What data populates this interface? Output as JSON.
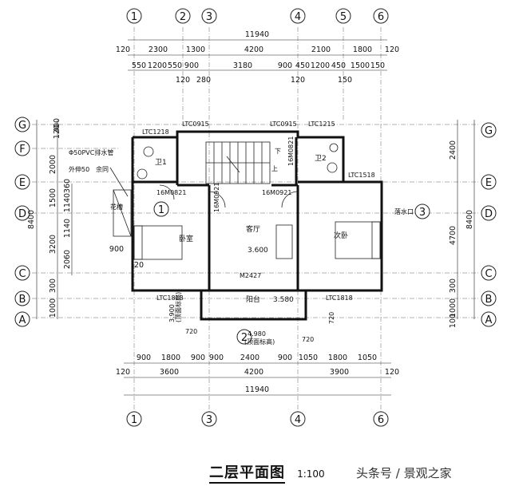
{
  "title": "二层平面图",
  "scale": "1:100",
  "watermark": "头条号 / 景观之家",
  "axes_top": [
    "1",
    "2",
    "3",
    "4",
    "5",
    "6"
  ],
  "axes_bottom": [
    "1",
    "3",
    "4",
    "6"
  ],
  "axes_left": [
    "G",
    "F",
    "E",
    "D",
    "C",
    "B",
    "A"
  ],
  "axes_right": [
    "G",
    "E",
    "D",
    "C",
    "B",
    "A"
  ],
  "dims_top": {
    "overall": "11940",
    "row1": [
      "120",
      "2300",
      "1300",
      "4200",
      "2100",
      "1800",
      "120"
    ],
    "row2": [
      "550",
      "1200",
      "550",
      "900",
      "3180",
      "900",
      "450",
      "1200",
      "450",
      "1500",
      "150"
    ],
    "row3": [
      "120",
      "280",
      "120",
      "150"
    ]
  },
  "dims_bottom": {
    "row1": [
      "900",
      "1800",
      "900",
      "900",
      "2400",
      "900",
      "1050",
      "1800",
      "1050"
    ],
    "row2": [
      "120",
      "3600",
      "4200",
      "3900",
      "120"
    ],
    "overall": "11940"
  },
  "dims_left": {
    "outer": [
      "400",
      "120",
      "2000",
      "1500",
      "3200",
      "300",
      "1000"
    ],
    "overall": "8400",
    "inner": [
      "360",
      "1140",
      "1140",
      "2060"
    ],
    "small": [
      "900",
      "20"
    ]
  },
  "dims_right": {
    "outer": [
      "2400",
      "4700",
      "300",
      "1000",
      "100"
    ],
    "overall": "8400"
  },
  "labels": {
    "window_ltc1218": "LTC1218",
    "window_ltc0915a": "LTC0915",
    "window_ltc0915b": "LTC0915",
    "window_ltc1215": "LTC1215",
    "window_ltc1518": "LTC1518",
    "window_ltc1818a": "LTC1818",
    "window_ltc1818b": "LTC1818",
    "door_16m0821a": "16M0821",
    "door_16m0921a": "16M0921",
    "door_16m0921b": "16M0921",
    "door_16m0821b": "16M0821",
    "door_m2427": "M2427",
    "pipe_note_1": "Φ50PVC排水管",
    "pipe_note_2": "外伸50",
    "pipe_note_3": "余同",
    "room_bath_left": "卫1",
    "room_bath_right": "卫2",
    "room_bedroom": "卧室",
    "room_living": "客厅",
    "room_second_bedroom": "次卧",
    "room_balcony": "阳台",
    "room_flower": "花槽",
    "elev_living": "3.600",
    "elev_balcony": "3.580",
    "elev_bottom_left": "3.900",
    "elev_bottom_left_note": "(顶面标高)",
    "elev_bottom_mid": "4.980",
    "elev_bottom_mid_note": "(顶面标高)",
    "dim_720a": "720",
    "dim_720b": "720",
    "dim_720c": "720",
    "stair_down": "下",
    "stair_up": "上",
    "downpipe": "落水口",
    "section_1": "1",
    "section_2": "2",
    "section_3": "3"
  }
}
